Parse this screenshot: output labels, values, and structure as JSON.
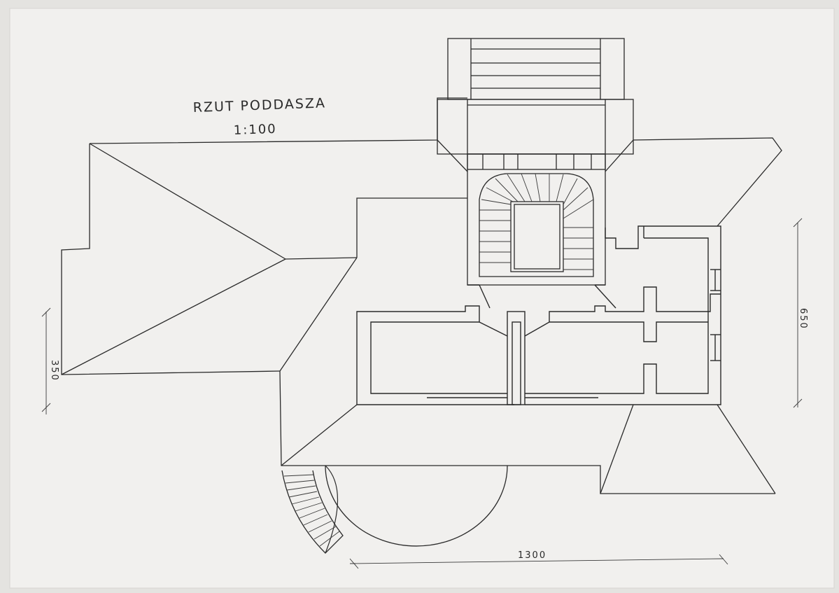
{
  "drawing": {
    "title": "RZUT PODDASZA",
    "scale": "1:100",
    "dimensions": {
      "left_height": "350",
      "right_height": "650",
      "bottom_width": "1300"
    },
    "colors": {
      "paper": "#f1f0ee",
      "ink": "#2a2a2a",
      "background": "#e4e3e0"
    }
  }
}
